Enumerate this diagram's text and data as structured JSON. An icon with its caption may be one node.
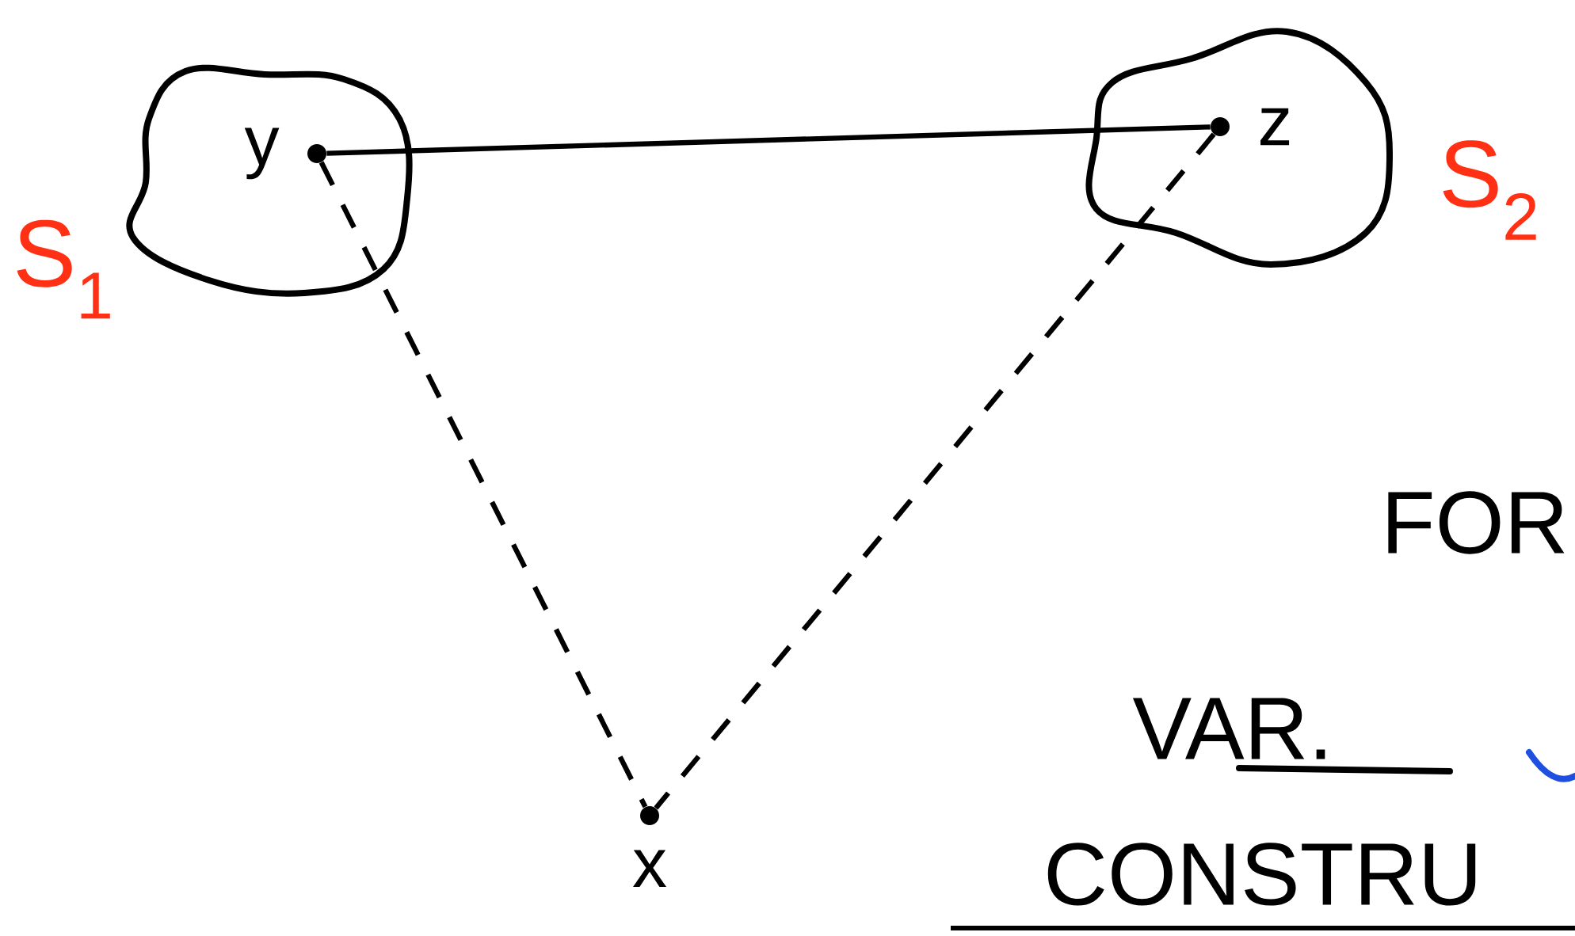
{
  "diagram": {
    "nodes": [
      {
        "text": [],
        "shape": "cloud",
        "beside": [
          "S$_{1}$"
        ]
      },
      {
        "text": [
          "y"
        ],
        "in": 0
      },
      {
        "text": [],
        "shape": "cloud",
        "beside": [
          "S$_{2}$"
        ]
      },
      {
        "text": [
          "z"
        ],
        "in": 2
      },
      {
        "text": [
          "x"
        ]
      }
    ],
    "edges": [
      {
        "from": 1,
        "to": 3,
        "arrow": "none"
      },
      {
        "from": 1,
        "to": 4,
        "arrow": "none",
        "style": "dashed"
      },
      {
        "from": 3,
        "to": 4,
        "arrow": "none",
        "style": "dashed"
      }
    ],
    "labels": [
      "FOR",
      "VAR.",
      "CONSTRU"
    ]
  }
}
